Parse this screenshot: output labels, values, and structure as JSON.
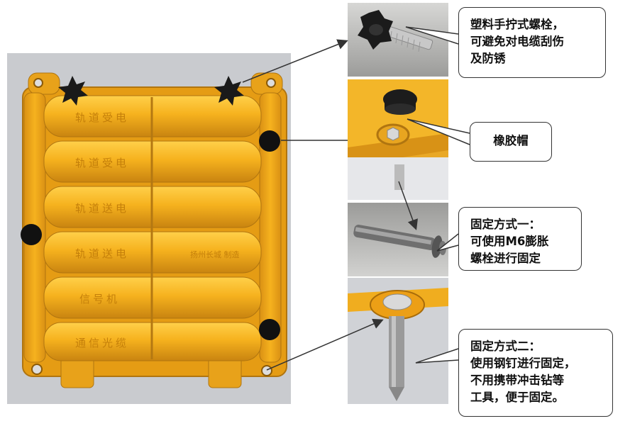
{
  "diagram": {
    "main": {
      "row_labels": [
        "轨道受电",
        "轨道受电",
        "轨道送电",
        "轨道送电",
        "信号机",
        "通信光缆"
      ],
      "maker_label": "扬州长城 制造"
    },
    "callouts": {
      "knob": "塑料手拧式螺栓，\n可避免对电缆刮伤\n及防锈",
      "cap": "橡胶帽",
      "bolt": "固定方式一：\n可使用M6膨胀\n螺栓进行固定",
      "nail": "固定方式二：\n使用钢钉进行固定，\n不用携带冲击钻等\n工具，便于固定。"
    },
    "colors": {
      "body": "#f2a816",
      "body_dark": "#c98410",
      "hole": "#111111"
    }
  }
}
